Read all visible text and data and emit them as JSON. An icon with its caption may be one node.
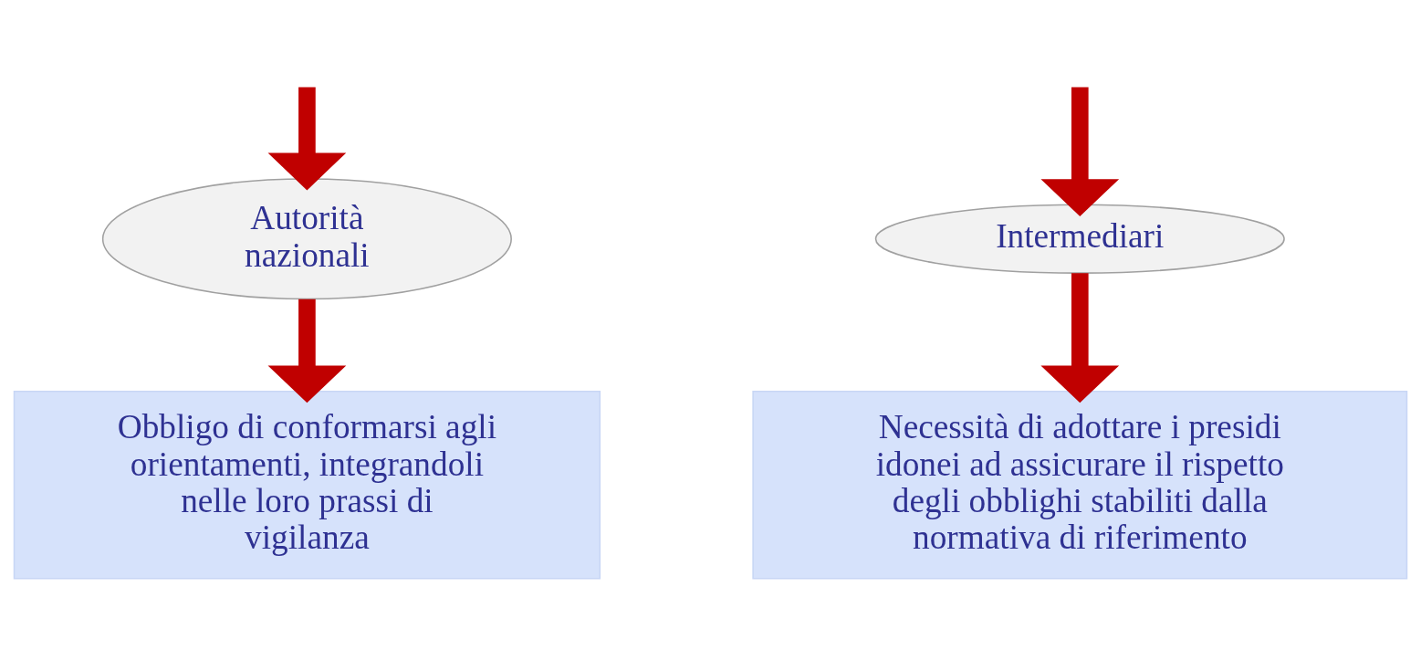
{
  "diagram": {
    "nodes": [
      {
        "text": [
          "Autorità nazionali"
        ]
      },
      {
        "text": [
          "Intermediari"
        ]
      },
      {
        "text": [
          "Obbligo di conformarsi agli orientamenti, integrandoli nelle loro prassi di vigilanza"
        ]
      },
      {
        "text": [
          "Necessità di adottare i presidi idonei ad assicurare il rispetto degli obblighi stabiliti dalla normativa di riferimento"
        ]
      }
    ],
    "edges": [
      {
        "from": null,
        "to": 0,
        "arrow": "to"
      },
      {
        "from": null,
        "to": 1,
        "arrow": "to"
      },
      {
        "from": 0,
        "to": 2,
        "arrow": "to"
      },
      {
        "from": 1,
        "to": 3,
        "arrow": "to"
      }
    ]
  }
}
